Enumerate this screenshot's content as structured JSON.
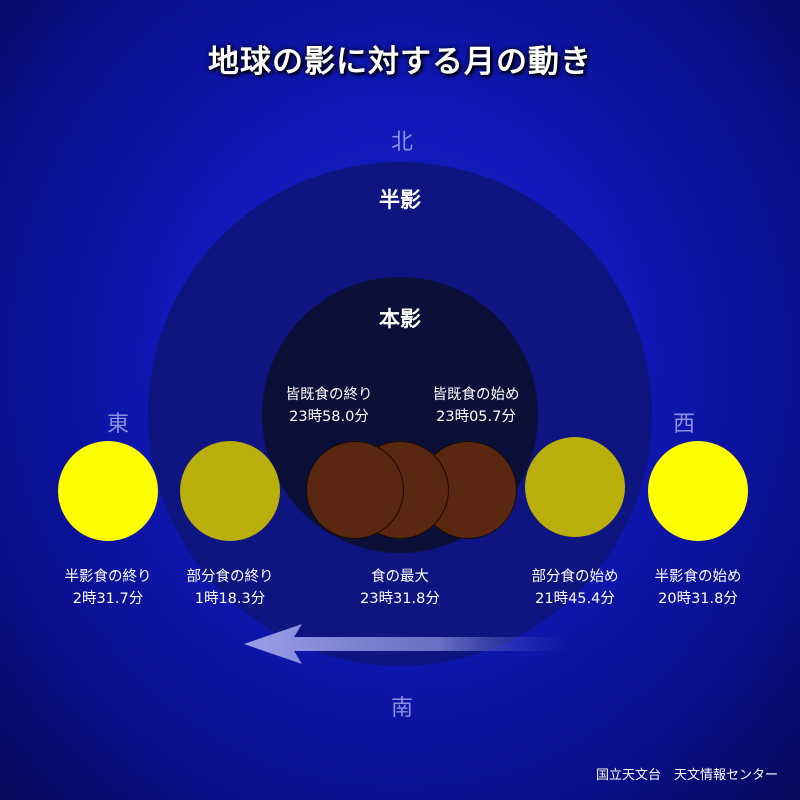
{
  "title": "地球の影に対する月の動き",
  "directions": {
    "north": "北",
    "south": "南",
    "east": "東",
    "west": "西"
  },
  "zones": {
    "penumbra": "半影",
    "umbra": "本影"
  },
  "events": [
    {
      "id": "penumbral-end",
      "label": "半影食の終り",
      "time": "2時31.7分"
    },
    {
      "id": "partial-end",
      "label": "部分食の終り",
      "time": "1時18.3分"
    },
    {
      "id": "totality-end",
      "label": "皆既食の終り",
      "time": "23時58.0分"
    },
    {
      "id": "maximum",
      "label": "食の最大",
      "time": "23時31.8分"
    },
    {
      "id": "totality-start",
      "label": "皆既食の始め",
      "time": "23時05.7分"
    },
    {
      "id": "partial-start",
      "label": "部分食の始め",
      "time": "21時45.4分"
    },
    {
      "id": "penumbral-start",
      "label": "半影食の始め",
      "time": "20時31.8分"
    }
  ],
  "colors": {
    "moon_bright": "#ffff00",
    "moon_partial": "#b9ae0a",
    "moon_total": "#5a2810",
    "penumbra": "#0e1580",
    "umbra": "#0b1038"
  },
  "motion_arrow": "arrow-left-icon",
  "credit": "国立天文台　天文情報センター"
}
